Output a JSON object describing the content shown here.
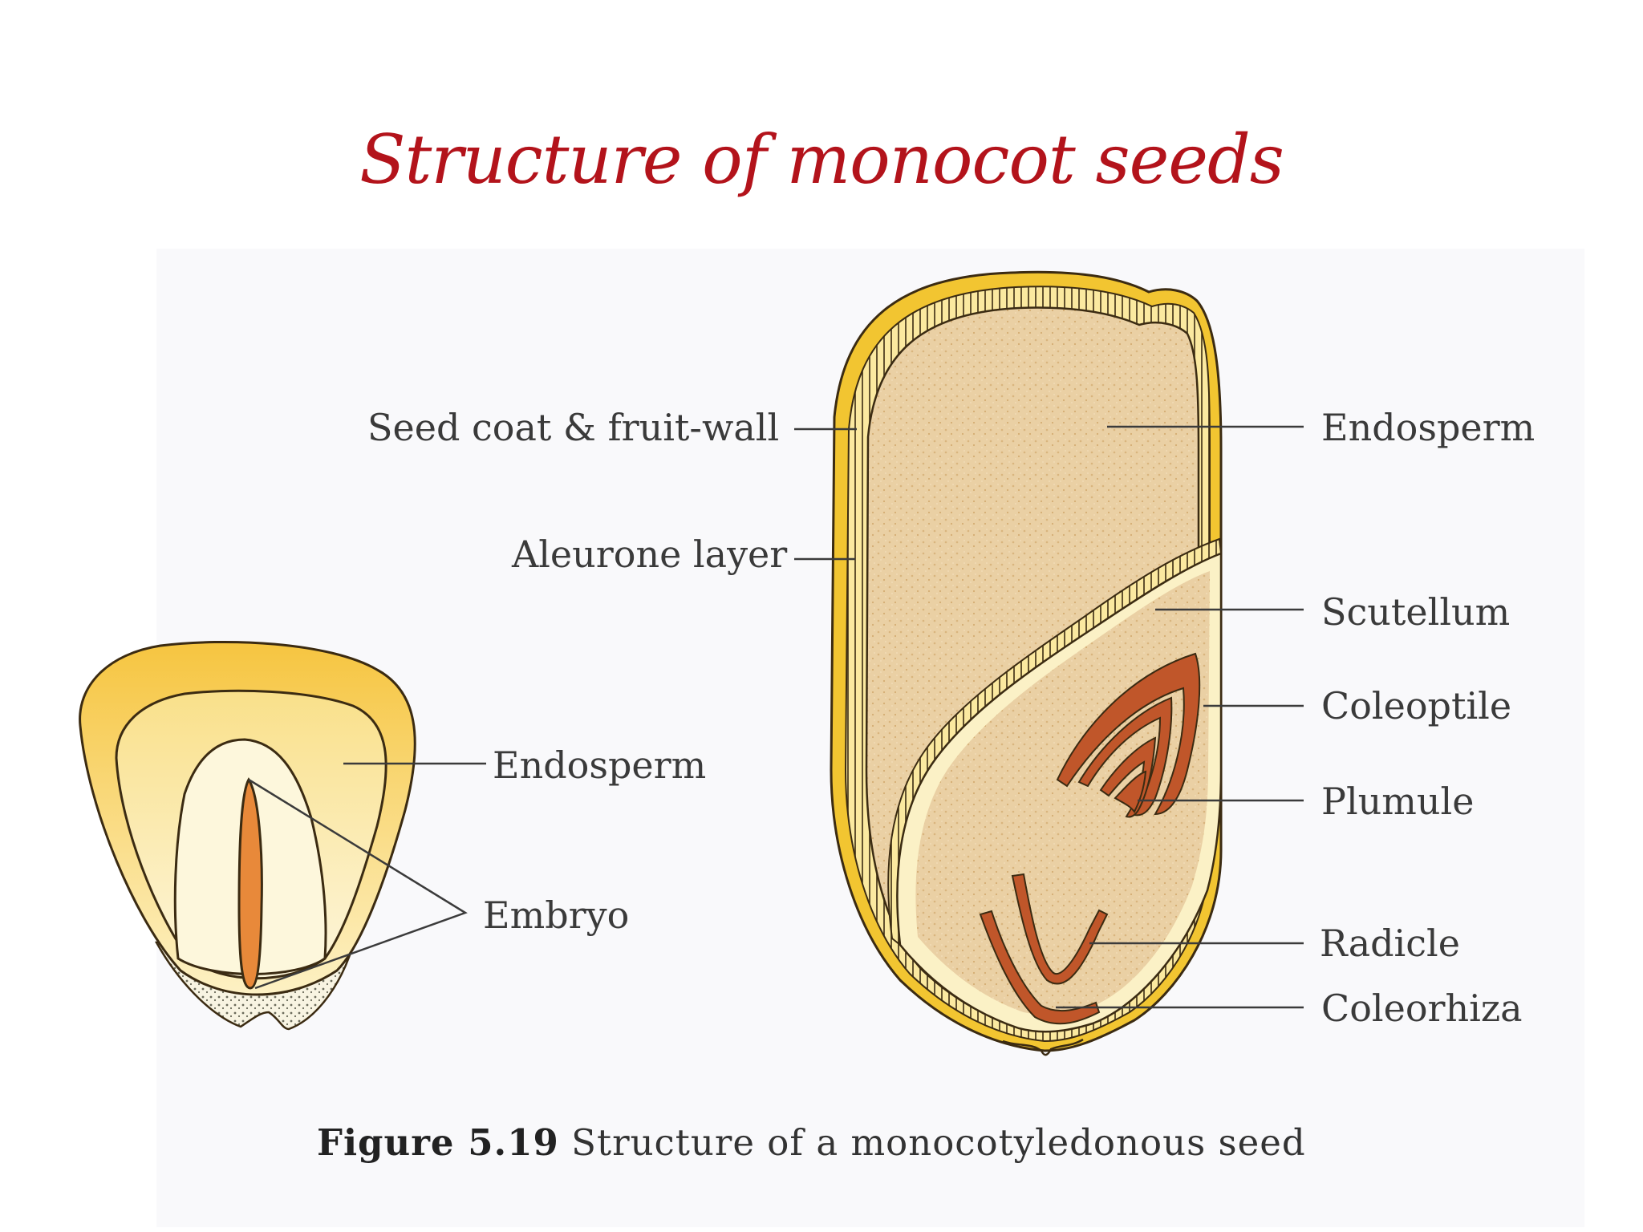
{
  "slide": {
    "title": "Structure of monocot seeds"
  },
  "figure": {
    "caption_number": "Figure 5.19",
    "caption_text": "Structure of a monocotyledonous seed"
  },
  "left_seed": {
    "labels": {
      "endosperm": "Endosperm",
      "embryo": "Embryo"
    }
  },
  "right_seed": {
    "labels": {
      "seed_coat": "Seed coat & fruit-wall",
      "aleurone": "Aleurone layer",
      "endosperm": "Endosperm",
      "scutellum": "Scutellum",
      "coleoptile": "Coleoptile",
      "plumule": "Plumule",
      "radicle": "Radicle",
      "coleorhiza": "Coleorhiza"
    }
  },
  "colors": {
    "title": "#b3131b",
    "seed_coat": "#f2c531",
    "endosperm_texture": "#e8c99a",
    "embryo": "#e8893a",
    "coleoptile": "#c0562a",
    "outline": "#3b2b12"
  }
}
